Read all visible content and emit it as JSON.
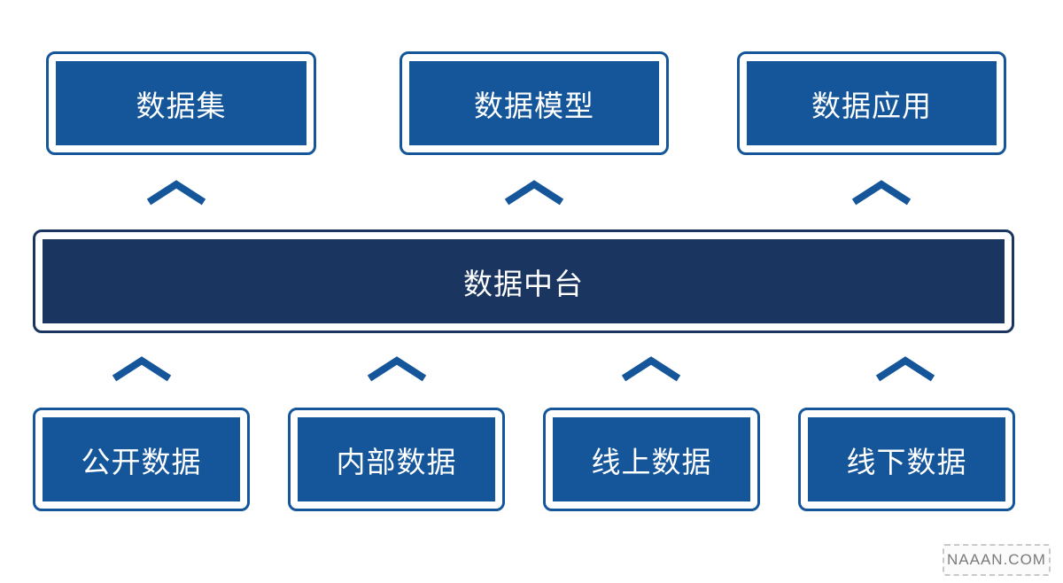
{
  "colors": {
    "box_fill": "#15569a",
    "platform_fill": "#1a3560",
    "arrow": "#15569a",
    "text": "#ffffff"
  },
  "top_row": [
    {
      "label": "数据集"
    },
    {
      "label": "数据模型"
    },
    {
      "label": "数据应用"
    }
  ],
  "middle": {
    "label": "数据中台"
  },
  "bottom_row": [
    {
      "label": "公开数据"
    },
    {
      "label": "内部数据"
    },
    {
      "label": "线上数据"
    },
    {
      "label": "线下数据"
    }
  ],
  "arrows": {
    "icon": "chevron-up-icon"
  },
  "watermark": {
    "text": "NAAAN.COM"
  }
}
